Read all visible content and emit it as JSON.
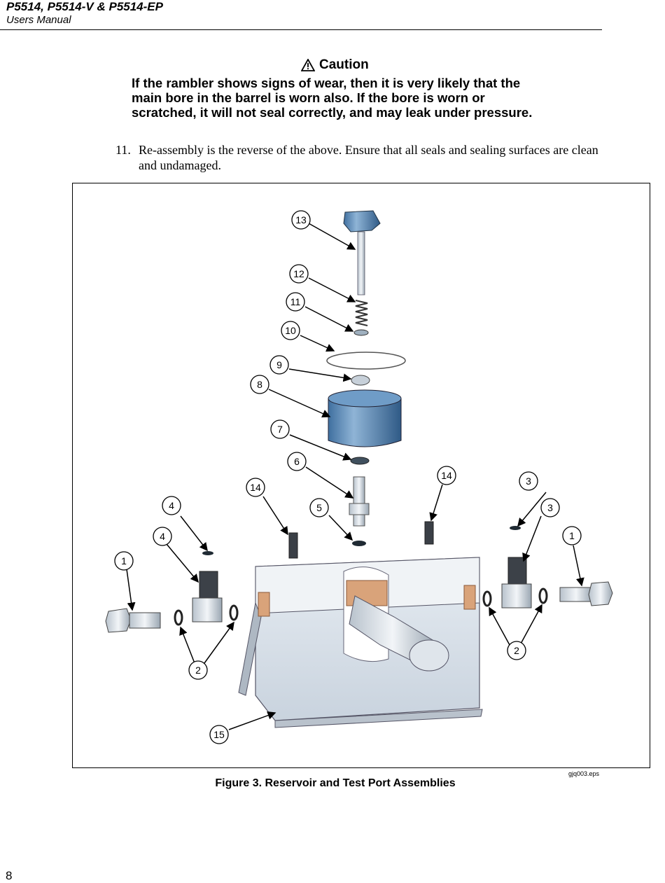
{
  "header": {
    "model": "P5514, P5514-V & P5514-EP",
    "manual": "Users Manual"
  },
  "caution": {
    "icon": "warning-triangle-icon",
    "title": "Caution",
    "body": "If the rambler shows signs of wear, then it is very likely that the main bore in the barrel is worn also. If the bore is worn or scratched, it will not seal correctly, and may leak under pressure."
  },
  "step": {
    "number": "11.",
    "text": "Re-assembly is the reverse of the above. Ensure that all seals and sealing surfaces are clean and undamaged."
  },
  "figure": {
    "callouts": [
      "13",
      "12",
      "11",
      "10",
      "9",
      "8",
      "7",
      "6",
      "5",
      "14",
      "14",
      "4",
      "4",
      "3",
      "3",
      "1",
      "1",
      "2",
      "2",
      "15"
    ],
    "file": "gjq003.eps",
    "caption": "Figure 3. Reservoir and Test Port Assemblies"
  },
  "footer": {
    "page_number": "8"
  }
}
